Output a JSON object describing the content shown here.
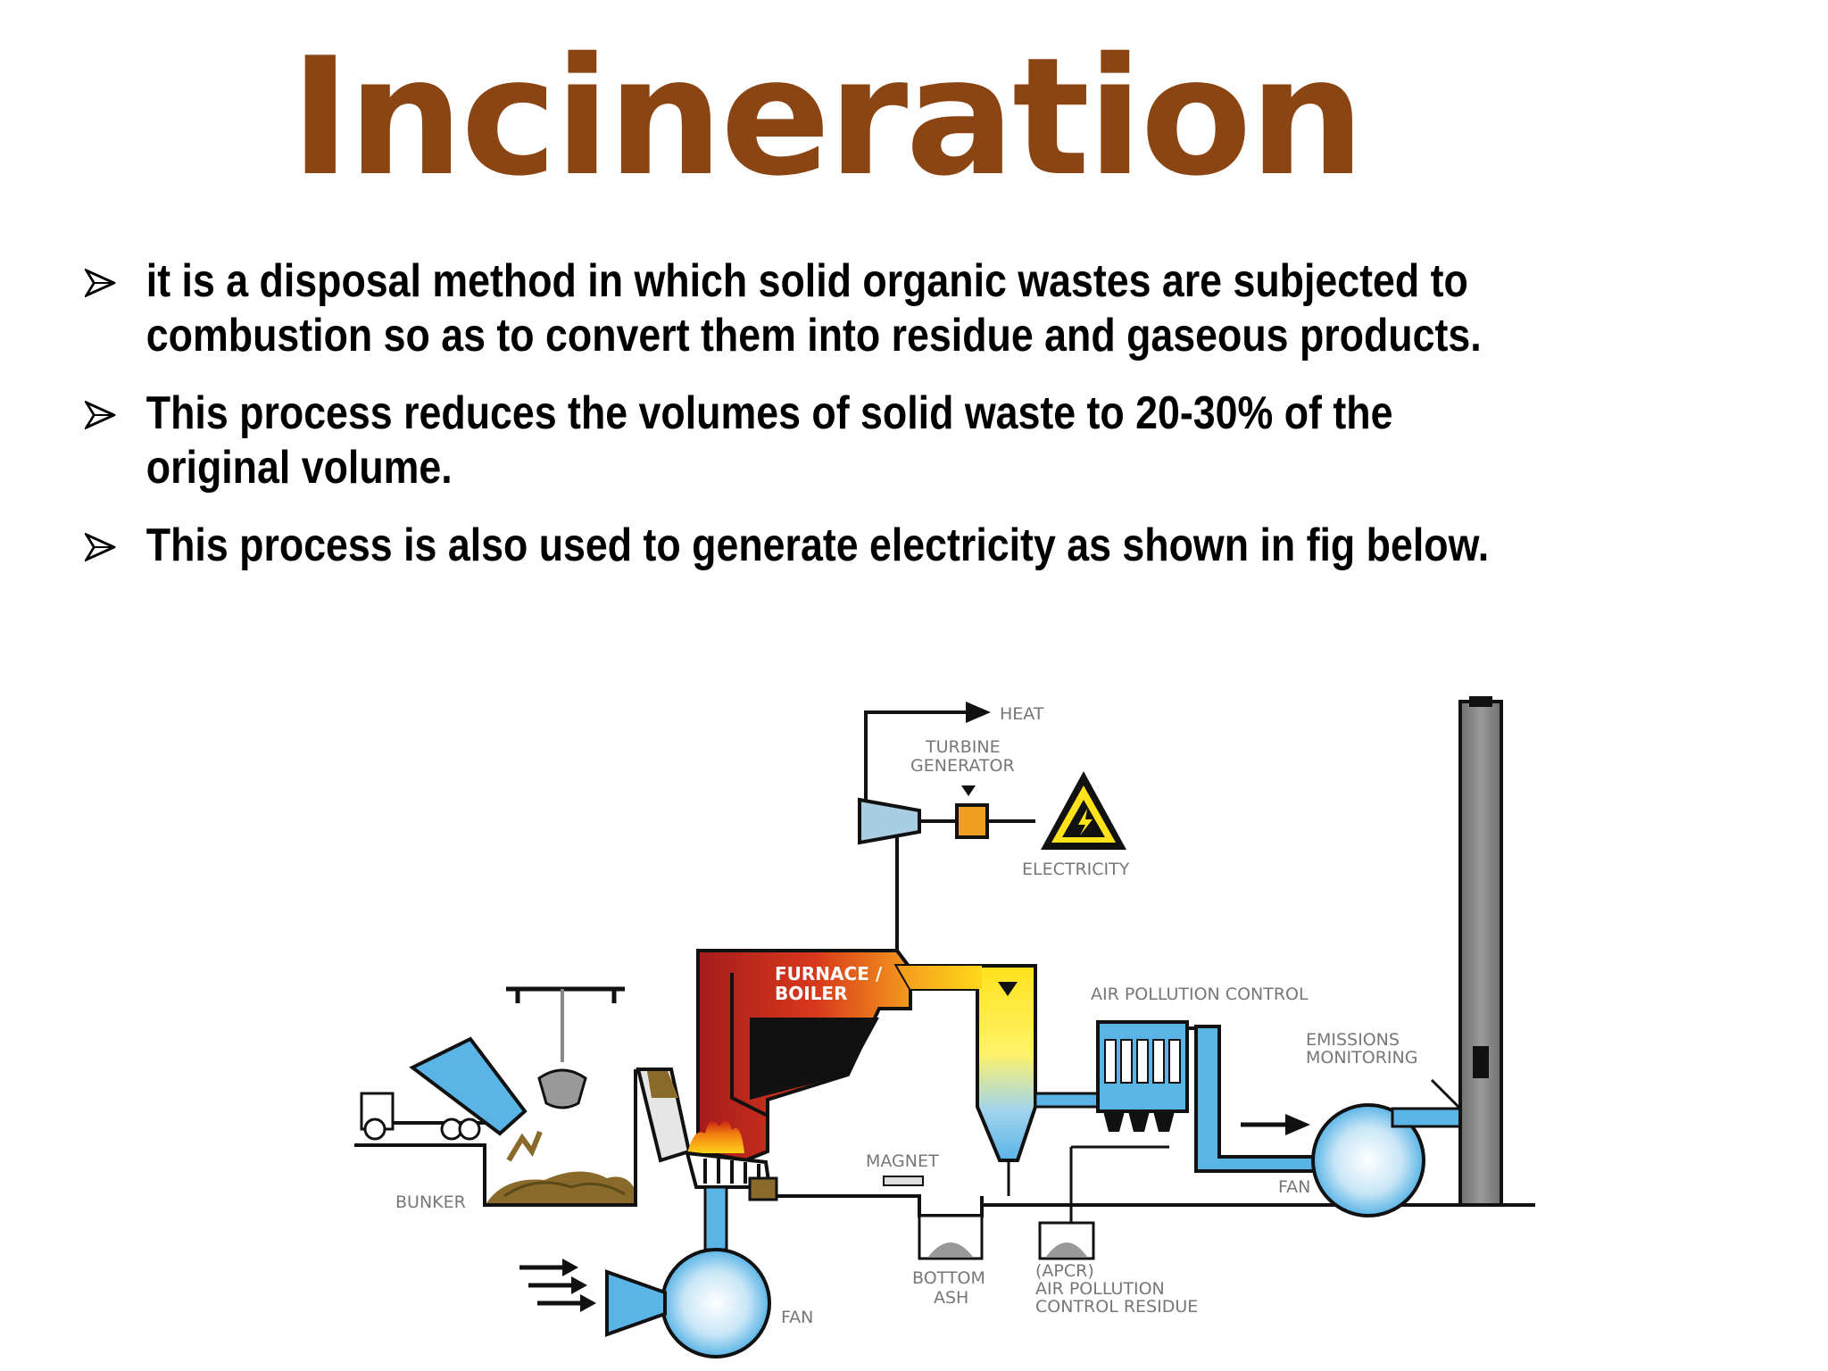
{
  "slide": {
    "title": "Incineration",
    "bullets": [
      {
        "text": "it is a disposal method in which solid organic wastes are subjected to combustion so as to convert them into residue and gaseous products."
      },
      {
        "text": "This process reduces the volumes of solid waste to 20-30% of the original volume."
      },
      {
        "text": "This process is also used to generate electricity as shown in fig below."
      }
    ]
  },
  "diagram": {
    "labels": {
      "heat": "HEAT",
      "turbine_1": "TURBINE",
      "turbine_2": "GENERATOR",
      "electricity": "ELECTRICITY",
      "furnace_1": "FURNACE /",
      "furnace_2": "BOILER",
      "air_pollution_control": "AIR POLLUTION CONTROL",
      "emissions_1": "EMISSIONS",
      "emissions_2": "MONITORING",
      "fan_right": "FAN",
      "magnet": "MAGNET",
      "bunker": "BUNKER",
      "bottom_ash_1": "BOTTOM",
      "bottom_ash_2": "ASH",
      "apcr_1": "(APCR)",
      "apcr_2": "AIR POLLUTION",
      "apcr_3": "CONTROL RESIDUE",
      "fan_bottom": "FAN"
    },
    "colors": {
      "title": "#8b4513",
      "water_blue": "#5ab4e6",
      "furnace_red": "#b52020",
      "furnace_orange": "#f08a1a",
      "flue_yellow": "#ffe21a",
      "stack_gray": "#888888"
    }
  }
}
